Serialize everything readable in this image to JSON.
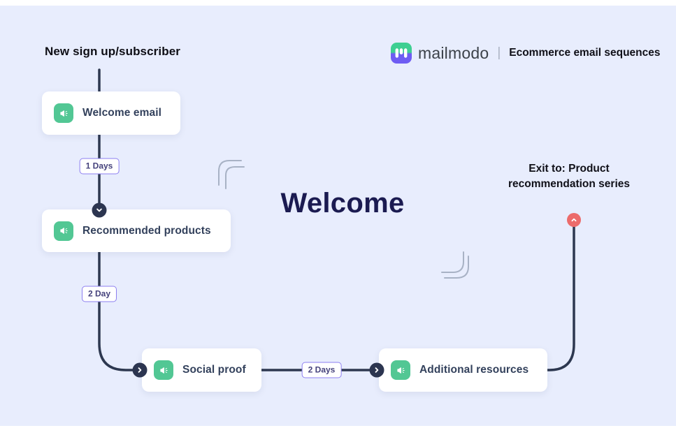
{
  "header": {
    "brand": "mailmodo",
    "separator": "|",
    "subtitle": "Ecommerce email sequences"
  },
  "flow": {
    "entry_label": "New sign up/subscriber",
    "center_title": "Welcome",
    "exit_label": {
      "line1": "Exit to: Product",
      "line2": "recommendation series"
    },
    "nodes": [
      {
        "label": "Welcome email",
        "icon": "megaphone-icon"
      },
      {
        "label": "Recommended products",
        "icon": "megaphone-icon"
      },
      {
        "label": "Social proof",
        "icon": "megaphone-icon"
      },
      {
        "label": "Additional resources",
        "icon": "megaphone-icon"
      }
    ],
    "delays": [
      {
        "label": "1 Days"
      },
      {
        "label": "2 Day"
      },
      {
        "label": "2 Days"
      }
    ],
    "connector_icons": [
      "chevron-down-icon",
      "chevron-right-icon",
      "chevron-right-icon",
      "chevron-up-icon"
    ]
  },
  "colors": {
    "canvas_background": "#e8edfd",
    "frame": "#ffffff",
    "node_icon_green": "#52c794",
    "connector_dark": "#2d3850",
    "dot_dark": "#2c3550",
    "exit_red": "#ec6b6b",
    "badge_border_purple": "#8d7ff0",
    "badge_text": "#45427c",
    "title_navy": "#1b1b51",
    "card_text": "#33415c",
    "logo_green": "#3ecf92",
    "logo_purple": "#6e5cf3"
  }
}
